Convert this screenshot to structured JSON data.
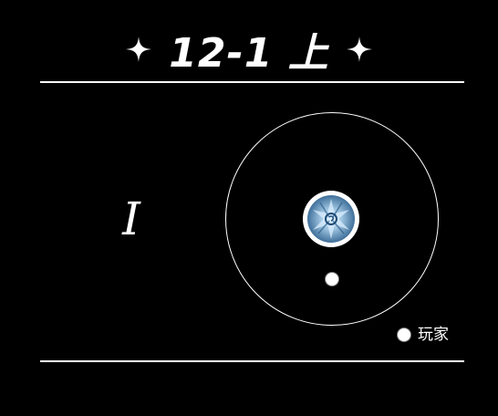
{
  "header": {
    "title": "12-1 上",
    "left_icon": "sparkle-icon",
    "right_icon": "sparkle-icon"
  },
  "phase_marker": "I",
  "map": {
    "shape": "circle",
    "boss_icon": "boss-portrait-icon",
    "player_marker": "white-dot"
  },
  "legend": {
    "items": [
      {
        "icon": "white-dot",
        "label": "玩家"
      }
    ]
  },
  "colors": {
    "background": "#000000",
    "foreground": "#ffffff",
    "boss_ring": "#ffffff",
    "boss_inner": "#9ec4e0"
  }
}
